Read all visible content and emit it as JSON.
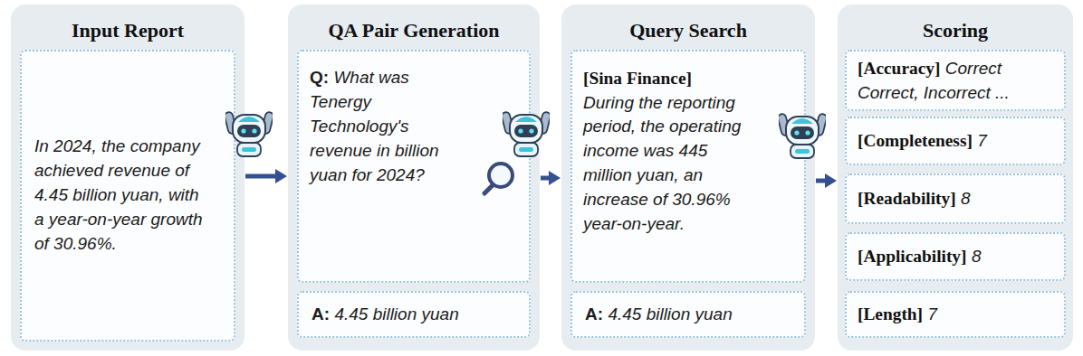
{
  "diagram": {
    "nodes": [
      {
        "text": [
          "Input Report"
        ]
      },
      {
        "text": [
          "In 2024, the company achieved revenue of 4.45 billion yuan, with a year-on-year growth of 30.96%."
        ],
        "in": 0
      },
      {
        "text": [
          "QA Pair Generation"
        ]
      },
      {
        "text": [
          "Q:",
          "What was Tenergy Technology's revenue in billion yuan for 2024?"
        ],
        "in": 2
      },
      {
        "text": [
          "A:",
          "4.45 billion yuan"
        ],
        "in": 2
      },
      {
        "text": [
          "Query Search"
        ]
      },
      {
        "text": [
          "[Sina Finance]",
          "During the reporting period, the operating income was 445 million yuan, an increase of 30.96% year-on-year."
        ],
        "in": 5
      },
      {
        "text": [
          "A:",
          "4.45 billion yuan"
        ],
        "in": 5
      },
      {
        "text": [
          "Scoring"
        ]
      },
      {
        "text": [
          "[Accuracy]",
          "Correct Correct, Incorrect ..."
        ],
        "in": 8
      },
      {
        "text": [
          "[Completeness]",
          "7"
        ],
        "in": 8
      },
      {
        "text": [
          "[Readability]",
          "8"
        ],
        "in": 8
      },
      {
        "text": [
          "[Applicability]",
          "8"
        ],
        "in": 8
      },
      {
        "text": [
          "[Length]",
          "7"
        ],
        "in": 8
      }
    ],
    "edges": [
      {
        "from": 0,
        "to": 2,
        "arrow": "to"
      },
      {
        "from": 2,
        "to": 5,
        "arrow": "to"
      },
      {
        "from": 5,
        "to": 8,
        "arrow": "to"
      }
    ]
  }
}
